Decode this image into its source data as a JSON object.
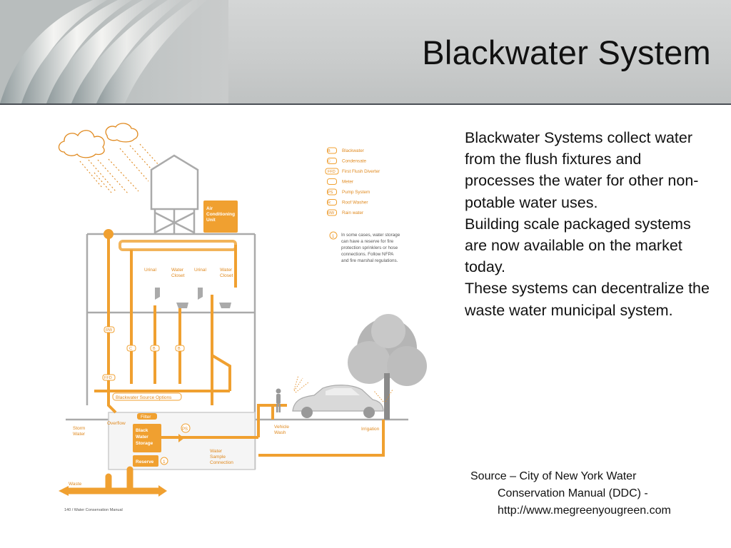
{
  "slide": {
    "title": "Blackwater System",
    "body": [
      "Blackwater Systems collect water from the flush fixtures and processes the water for other non-potable water uses.",
      "Building scale packaged systems are now available on the market today.",
      "These systems can decentralize the waste water municipal system."
    ],
    "source": {
      "line1": "Source – City of New York Water",
      "line2": "Conservation Manual (DDC) -",
      "line3": "http://www.megreenyougreen.com"
    }
  },
  "diagram": {
    "legend": [
      {
        "code": "B",
        "label": "Blackwater"
      },
      {
        "code": "C",
        "label": "Condensate"
      },
      {
        "code": "FFD",
        "label": "First Flush Diverter"
      },
      {
        "code": "",
        "label": "Meter"
      },
      {
        "code": "PS",
        "label": "Pump System"
      },
      {
        "code": "R",
        "label": "Roof Washer"
      },
      {
        "code": "RW",
        "label": "Rain water"
      }
    ],
    "note": {
      "marker": "1",
      "lines": [
        "In some cases, water storage",
        "can have a reserve for fire",
        "protection sprinklers or hose",
        "connections. Follow NFPA",
        "and fire marshal regulations."
      ]
    },
    "ac_unit": [
      "Air",
      "Conditioning",
      "Unit"
    ],
    "fixtures": {
      "urinal1": "Urinal",
      "wc1": [
        "Water",
        "Closet"
      ],
      "urinal2": "Urinal",
      "wc2": [
        "Water",
        "Closet"
      ]
    },
    "pipe_tags": {
      "b": "B",
      "c": "C",
      "rw": "RW",
      "ffd": "FFD",
      "ps": "PS"
    },
    "source_options": "Blackwater Source Options",
    "overflow": "Overflow",
    "filter": "Filter",
    "storage": [
      "Black",
      "Water",
      "Storage"
    ],
    "reserve": "Reserve",
    "reserve_marker": "1",
    "storm": [
      "Storm",
      "Water"
    ],
    "sample": [
      "Water",
      "Sample",
      "Connection"
    ],
    "vehicle": [
      "Vehicle",
      "Wash"
    ],
    "irrigation": "Irrigation",
    "waste": "Waste",
    "footer": "140 / Water Conservation Manual"
  }
}
